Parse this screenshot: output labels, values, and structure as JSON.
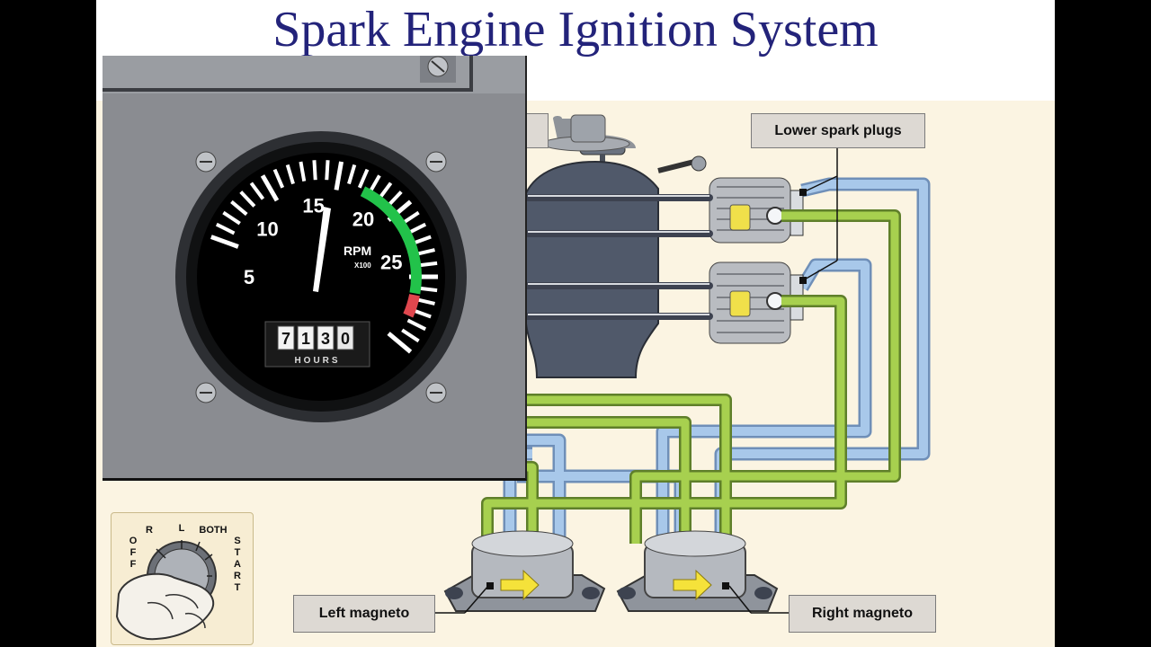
{
  "title": "Spark Engine Ignition System",
  "labels": {
    "lower_spark_plugs": "Lower spark plugs",
    "upper_spark_plugs": "",
    "left_magneto": "Left magneto",
    "right_magneto": "Right magneto"
  },
  "tachometer": {
    "scale": [
      "5",
      "10",
      "15",
      "20",
      "25"
    ],
    "unit": "RPM",
    "multiplier": "X100",
    "hour_digits": [
      "7",
      "1",
      "3",
      "0"
    ],
    "hours_label": "HOURS"
  },
  "ignition_switch": {
    "positions": [
      "OFF",
      "R",
      "L",
      "BOTH",
      "START"
    ]
  },
  "colors": {
    "title": "#23237a",
    "lead_green": "#a7d04f",
    "lead_blue": "#a8c8ea",
    "background": "#fbf4e2",
    "callout": "#ddd9d3",
    "arc_green": "#22c24a",
    "arc_red": "#e0474e"
  }
}
